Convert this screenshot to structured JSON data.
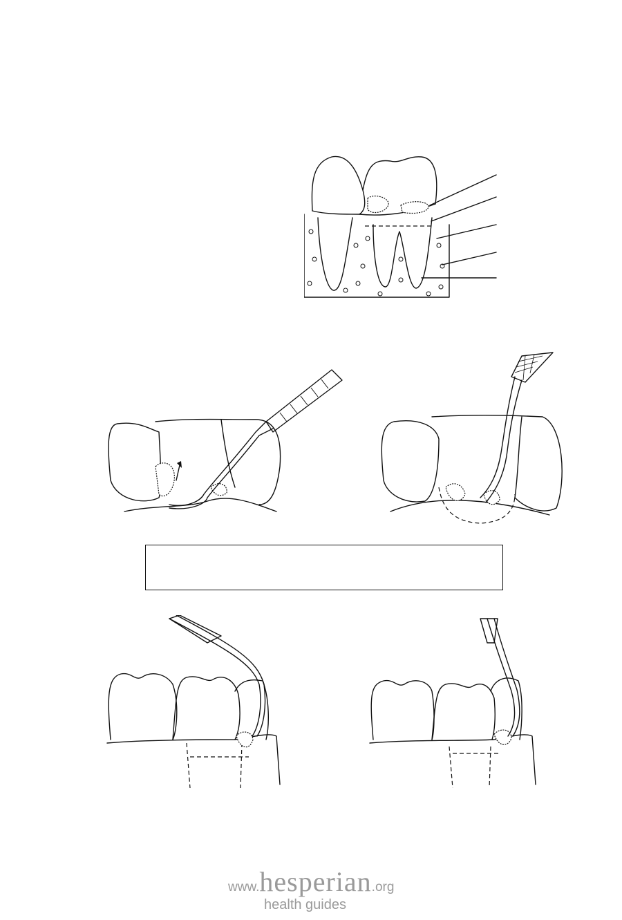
{
  "footer": {
    "prefix": "www.",
    "brand": "hesperian",
    "suffix": ".org",
    "tagline": "health guides"
  },
  "caption_box": {
    "text": ""
  }
}
